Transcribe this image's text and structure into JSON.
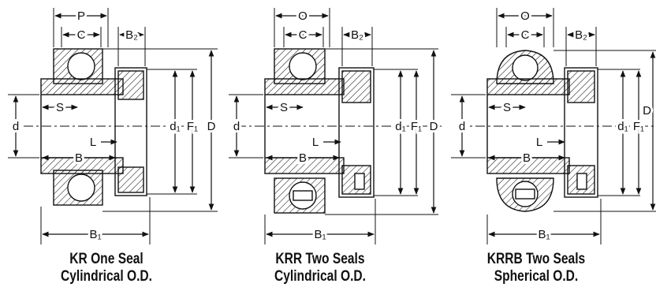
{
  "colors": {
    "ink": "#111111",
    "background": "#ffffff"
  },
  "diagrams": [
    {
      "dims": {
        "top_width": "P",
        "c": "C",
        "b2": "B₂",
        "s": "S",
        "d": "d",
        "l": "L",
        "b": "B",
        "d1": "d₁",
        "f1": "F₁",
        "big_d": "D",
        "b1": "B₁"
      },
      "caption": {
        "line1": "KR One Seal",
        "line2": "Cylindrical O.D."
      }
    },
    {
      "dims": {
        "top_width": "O",
        "c": "C",
        "b2": "B₂",
        "s": "S",
        "d": "d",
        "l": "L",
        "b": "B",
        "d1": "d₁",
        "f1": "F₁",
        "big_d": "D",
        "b1": "B₁"
      },
      "caption": {
        "line1": "KRR Two Seals",
        "line2": "Cylindrical O.D."
      }
    },
    {
      "dims": {
        "top_width": "O",
        "c": "C",
        "b2": "B₂",
        "s": "S",
        "d": "d",
        "l": "L",
        "b": "B",
        "d1": "d₁",
        "f1": "F₁",
        "big_d": "D",
        "b1": "B₁"
      },
      "caption": {
        "line1": "KRRB Two Seals",
        "line2": "Spherical O.D."
      }
    }
  ]
}
